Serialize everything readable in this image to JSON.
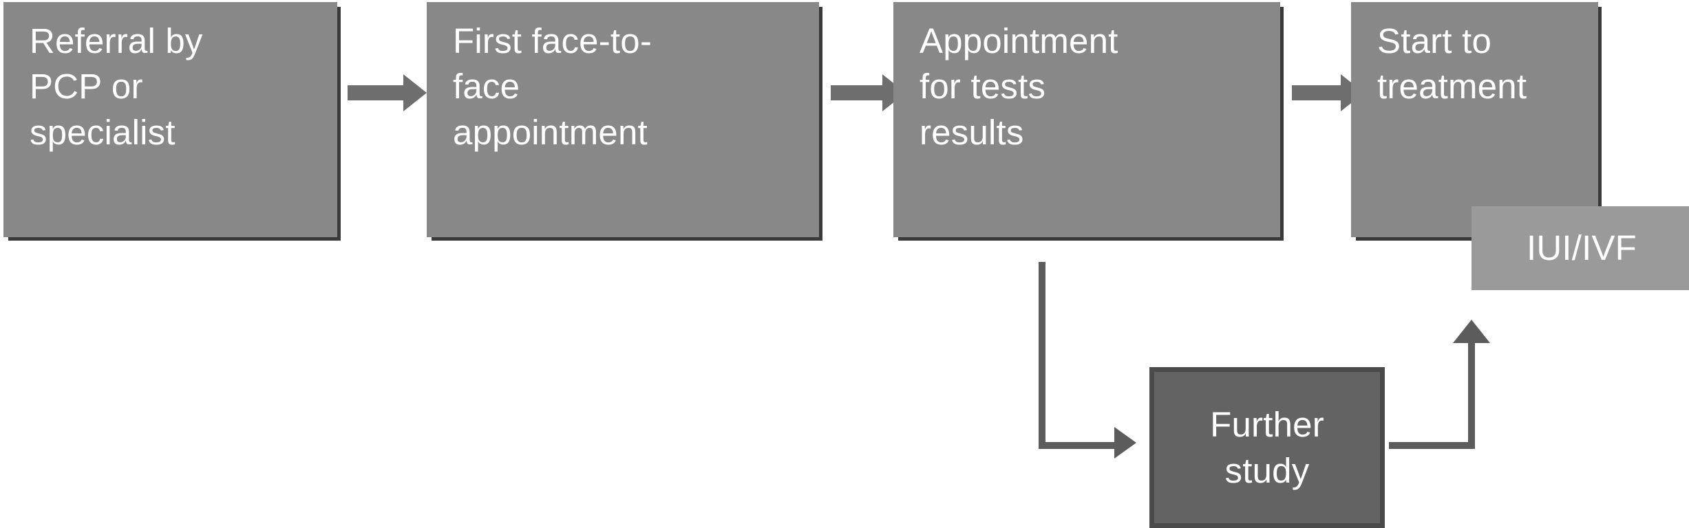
{
  "diagram": {
    "title": "Fertility care referral pathway flowchart",
    "background_color": "#ffffff",
    "palette": {
      "node_primary": "#888888",
      "node_accent": "#9a9a9a",
      "node_dark": "#636363",
      "node_dark_border": "#4a4a4a",
      "connector": "#6e6e6e",
      "elbow_connector": "#5c5c5c",
      "node_shadow": "#3a3a3a",
      "node_text": "#ffffff"
    },
    "nodes": [
      {
        "id": "referral",
        "label": "Referral by\nPCP or\nspecialist",
        "style": "primary"
      },
      {
        "id": "first-visit",
        "label": "First face-to-\nface\nappointment",
        "style": "primary"
      },
      {
        "id": "test-results",
        "label": "Appointment\nfor tests\nresults",
        "style": "primary"
      },
      {
        "id": "treatment",
        "label": "Start to\ntreatment",
        "style": "primary"
      },
      {
        "id": "iui-ivf",
        "label": "IUI/IVF",
        "style": "accent"
      },
      {
        "id": "further",
        "label": "Further\nstudy",
        "style": "dark"
      }
    ],
    "connectors": [
      {
        "id": "c1",
        "from": "referral",
        "to": "first-visit",
        "kind": "straight-arrow-right"
      },
      {
        "id": "c2",
        "from": "first-visit",
        "to": "test-results",
        "kind": "straight-arrow-right"
      },
      {
        "id": "c3",
        "from": "test-results",
        "to": "treatment",
        "kind": "straight-arrow-right"
      },
      {
        "id": "c4",
        "from": "test-results",
        "to": "further",
        "kind": "elbow-down-right-arrow"
      },
      {
        "id": "c5",
        "from": "further",
        "to": "iui-ivf",
        "kind": "elbow-right-up-arrow"
      }
    ]
  }
}
